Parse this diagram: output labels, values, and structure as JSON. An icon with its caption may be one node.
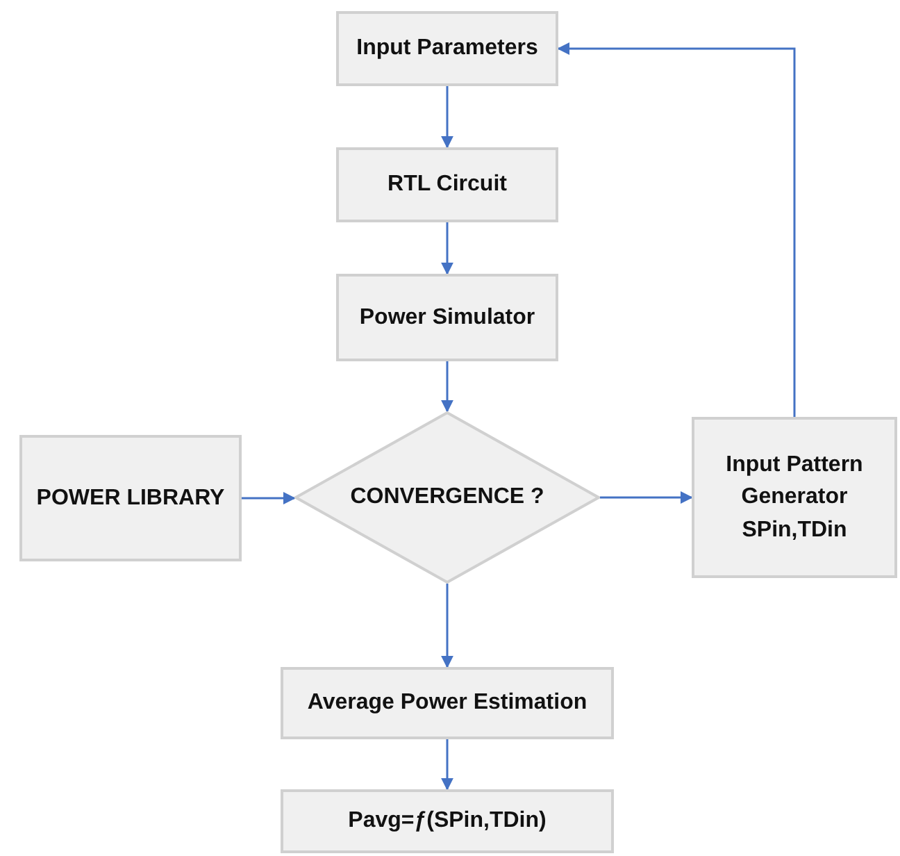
{
  "diagram": {
    "nodes": [
      {
        "text": [
          "Input Parameters"
        ]
      },
      {
        "text": [
          "RTL Circuit"
        ]
      },
      {
        "text": [
          "Power Simulator"
        ]
      },
      {
        "text": [
          "CONVERGENCE ?"
        ]
      },
      {
        "text": [
          "POWER LIBRARY"
        ]
      },
      {
        "text": [
          "Input Pattern Generator SPin,TDin"
        ]
      },
      {
        "text": [
          "Average Power Estimation"
        ]
      },
      {
        "text": [
          "Pavg=ƒ(SPin,TDin)"
        ]
      }
    ],
    "edges": [
      {
        "from": 0,
        "to": 1,
        "arrow": "to"
      },
      {
        "from": 1,
        "to": 2,
        "arrow": "to"
      },
      {
        "from": 2,
        "to": 3,
        "arrow": "to"
      },
      {
        "from": 4,
        "to": 3,
        "arrow": "to"
      },
      {
        "from": 3,
        "to": 5,
        "arrow": "to"
      },
      {
        "from": 5,
        "to": 0,
        "arrow": "to"
      },
      {
        "from": 3,
        "to": 6,
        "arrow": "to"
      },
      {
        "from": 6,
        "to": 7,
        "arrow": "to"
      }
    ]
  }
}
